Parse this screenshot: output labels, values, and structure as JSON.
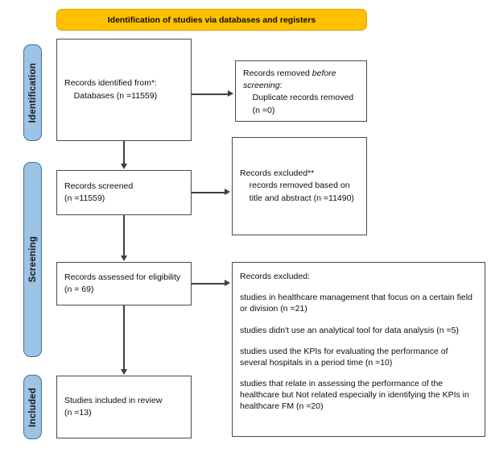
{
  "header": {
    "banner_label": "Identification of studies via databases and registers",
    "banner_color": "#FFC000"
  },
  "phases": [
    {
      "key": "identification",
      "label": "Identification",
      "color": "#9DC3E6"
    },
    {
      "key": "screening",
      "label": "Screening",
      "color": "#9DC3E6"
    },
    {
      "key": "included",
      "label": "Included",
      "color": "#9DC3E6"
    }
  ],
  "boxes": {
    "records_identified": {
      "line1": "Records identified from*:",
      "line2": "    Databases (n =11559)"
    },
    "records_removed": {
      "line1_pre": "Records removed ",
      "line1_italic": "before",
      "line2_italic": "screening",
      "line2_post": ":",
      "line3": "    Duplicate records removed",
      "line4": "    (n =0)"
    },
    "records_screened": {
      "line1": "Records screened",
      "line2": "(n =11559)"
    },
    "records_excluded_screening": {
      "line1": "Records excluded**",
      "line2": "    records removed based on",
      "line3": "    title and abstract (n =11490)"
    },
    "records_assessed": {
      "line1": "Records assessed for eligibility",
      "line2": "(n = 69)"
    },
    "records_excluded_eligibility": {
      "heading": "Records excluded:",
      "reasons": [
        "studies in healthcare management that focus on a certain field or division (n =21)",
        "studies didn't use an analytical tool for data analysis (n =5)",
        "studies used the KPIs for evaluating the performance of several hospitals in a period time (n =10)",
        "studies that relate in assessing the performance of the healthcare but Not related especially in identifying the KPIs in healthcare FM (n =20)"
      ]
    },
    "studies_included": {
      "line1": "Studies included in review",
      "line2": "(n =13)"
    }
  }
}
